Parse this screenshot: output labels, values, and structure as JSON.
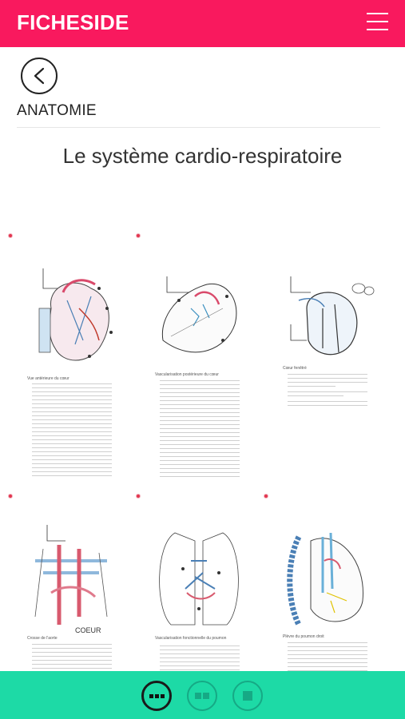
{
  "app": {
    "brand": "FICHESIDE"
  },
  "nav": {
    "section": "ANATOMIE"
  },
  "page": {
    "title": "Le système cardio-respiratoire"
  },
  "view_modes": [
    "three-per-row",
    "two-per-row",
    "one-per-row"
  ],
  "active_view": "three-per-row",
  "colors": {
    "topbar": "#f9195e",
    "bottombar": "#1ddaa6"
  }
}
